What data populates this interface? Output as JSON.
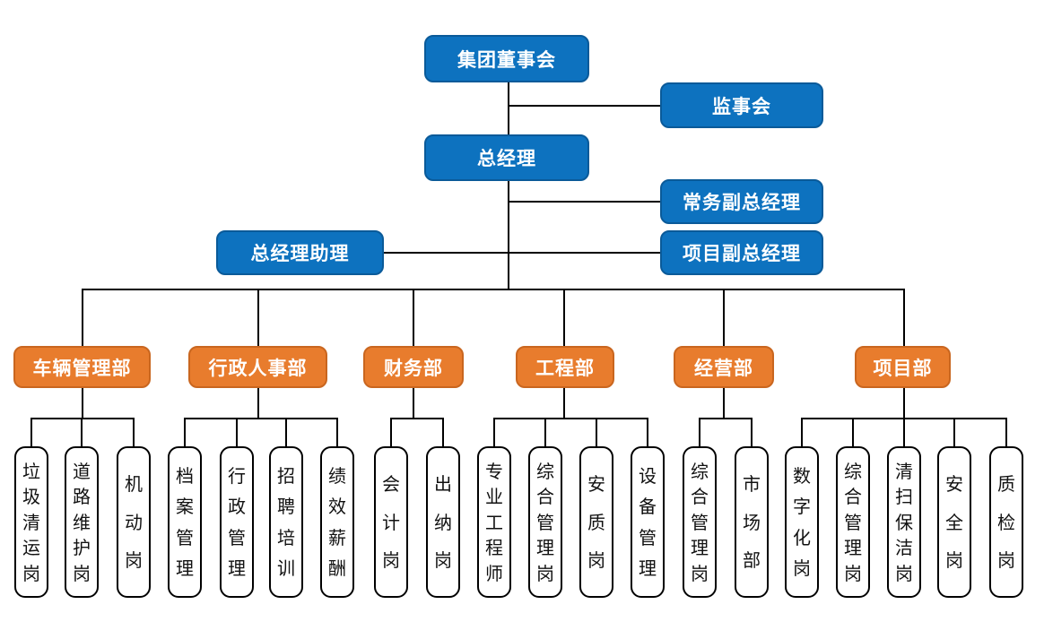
{
  "colors": {
    "executive_box": "#0d72bf",
    "department_box": "#e87c2d",
    "position_box_border": "#000000",
    "connector": "#000000"
  },
  "executive": {
    "board": "集团董事会",
    "supervisory": "监事会",
    "general_manager": "总经理",
    "executive_deputy_gm": "常务副总经理",
    "gm_assistant": "总经理助理",
    "project_deputy_gm": "项目副总经理"
  },
  "departments": [
    {
      "label": "车辆管理部",
      "positions": [
        "垃圾清运岗",
        "道路维护岗",
        "机动岗"
      ]
    },
    {
      "label": "行政人事部",
      "positions": [
        "档案管理",
        "行政管理",
        "招聘培训",
        "绩效薪酬"
      ]
    },
    {
      "label": "财务部",
      "positions": [
        "会计岗",
        "出纳岗"
      ]
    },
    {
      "label": "工程部",
      "positions": [
        "专业工程师",
        "综合管理岗",
        "安质岗",
        "设备管理"
      ]
    },
    {
      "label": "经营部",
      "positions": [
        "综合管理岗",
        "市场部"
      ]
    },
    {
      "label": "项目部",
      "positions": [
        "数字化岗",
        "综合管理岗",
        "清扫保洁岗",
        "安全岗",
        "质检岗"
      ]
    }
  ]
}
